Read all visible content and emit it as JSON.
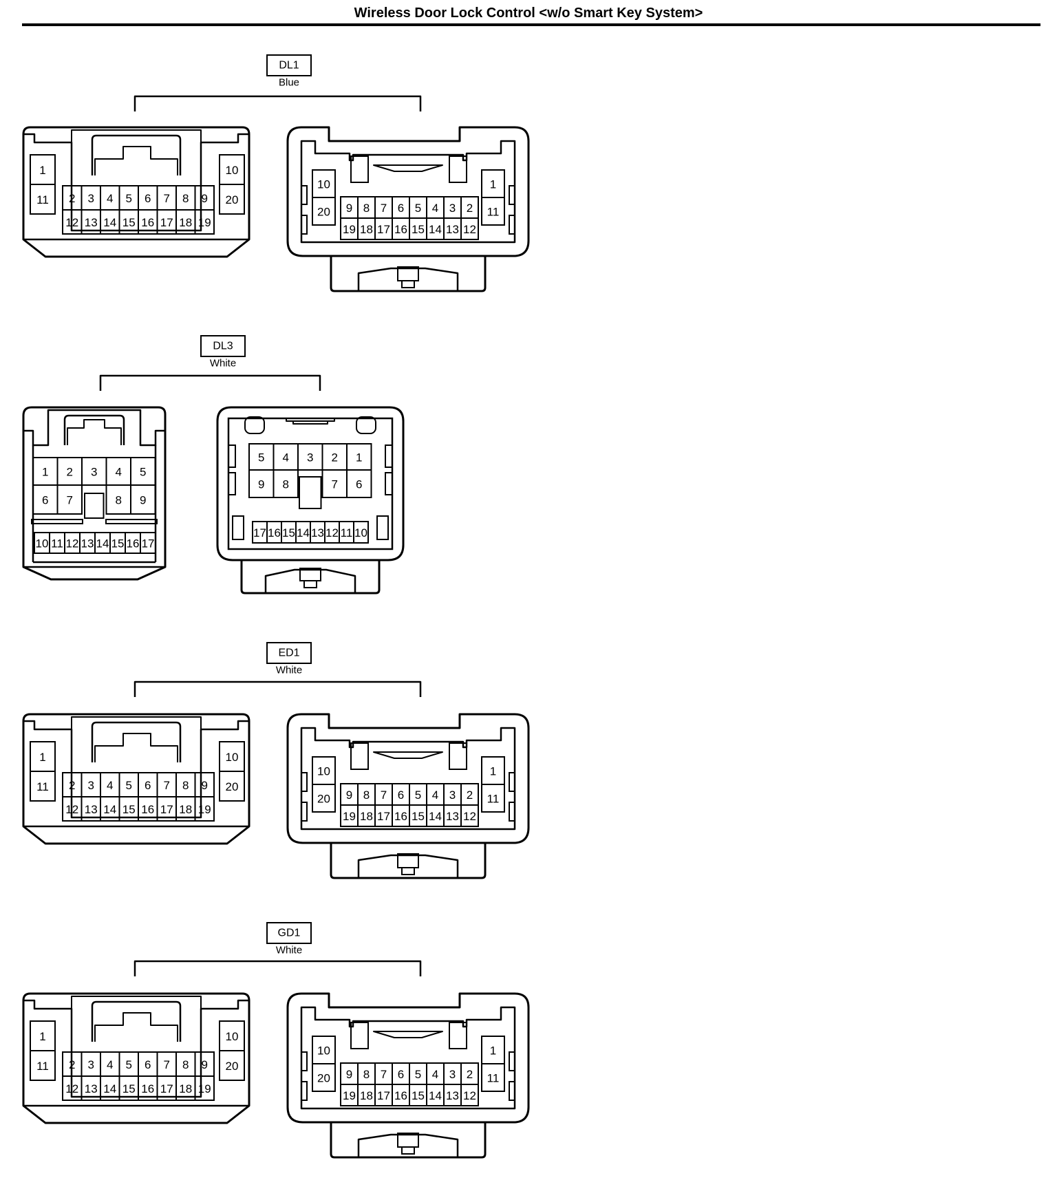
{
  "title": "Wireless Door Lock Control <w/o Smart Key System>",
  "colors": {
    "line": "#000000",
    "background": "#ffffff"
  },
  "connectors": [
    {
      "id": "DL1",
      "color": "Blue",
      "kind": "20",
      "left_connector": {
        "left_col": [
          "1",
          "11"
        ],
        "right_col": [
          "10",
          "20"
        ],
        "top_row": [
          "2",
          "3",
          "4",
          "5",
          "6",
          "7",
          "8",
          "9"
        ],
        "bottom_row": [
          "12",
          "13",
          "14",
          "15",
          "16",
          "17",
          "18",
          "19"
        ]
      },
      "right_connector": {
        "left_col": [
          "10",
          "20"
        ],
        "right_col": [
          "1",
          "11"
        ],
        "top_row": [
          "9",
          "8",
          "7",
          "6",
          "5",
          "4",
          "3",
          "2"
        ],
        "bottom_row": [
          "19",
          "18",
          "17",
          "16",
          "15",
          "14",
          "13",
          "12"
        ]
      }
    },
    {
      "id": "DL3",
      "color": "White",
      "kind": "17",
      "left_connector": {
        "grid_top": [
          "1",
          "2",
          "3",
          "4",
          "5"
        ],
        "grid_mid": [
          "6",
          "7",
          "",
          "8",
          "9"
        ],
        "bottom_row": [
          "10",
          "11",
          "12",
          "13",
          "14",
          "15",
          "16",
          "17"
        ]
      },
      "right_connector": {
        "grid_top": [
          "5",
          "4",
          "3",
          "2",
          "1"
        ],
        "grid_mid": [
          "9",
          "8",
          "",
          "7",
          "6"
        ],
        "bottom_row": [
          "17",
          "16",
          "15",
          "14",
          "13",
          "12",
          "11",
          "10"
        ]
      }
    },
    {
      "id": "ED1",
      "color": "White",
      "kind": "20",
      "left_connector": {
        "left_col": [
          "1",
          "11"
        ],
        "right_col": [
          "10",
          "20"
        ],
        "top_row": [
          "2",
          "3",
          "4",
          "5",
          "6",
          "7",
          "8",
          "9"
        ],
        "bottom_row": [
          "12",
          "13",
          "14",
          "15",
          "16",
          "17",
          "18",
          "19"
        ]
      },
      "right_connector": {
        "left_col": [
          "10",
          "20"
        ],
        "right_col": [
          "1",
          "11"
        ],
        "top_row": [
          "9",
          "8",
          "7",
          "6",
          "5",
          "4",
          "3",
          "2"
        ],
        "bottom_row": [
          "19",
          "18",
          "17",
          "16",
          "15",
          "14",
          "13",
          "12"
        ]
      }
    },
    {
      "id": "GD1",
      "color": "White",
      "kind": "20",
      "left_connector": {
        "left_col": [
          "1",
          "11"
        ],
        "right_col": [
          "10",
          "20"
        ],
        "top_row": [
          "2",
          "3",
          "4",
          "5",
          "6",
          "7",
          "8",
          "9"
        ],
        "bottom_row": [
          "12",
          "13",
          "14",
          "15",
          "16",
          "17",
          "18",
          "19"
        ]
      },
      "right_connector": {
        "left_col": [
          "10",
          "20"
        ],
        "right_col": [
          "1",
          "11"
        ],
        "top_row": [
          "9",
          "8",
          "7",
          "6",
          "5",
          "4",
          "3",
          "2"
        ],
        "bottom_row": [
          "19",
          "18",
          "17",
          "16",
          "15",
          "14",
          "13",
          "12"
        ]
      }
    }
  ]
}
